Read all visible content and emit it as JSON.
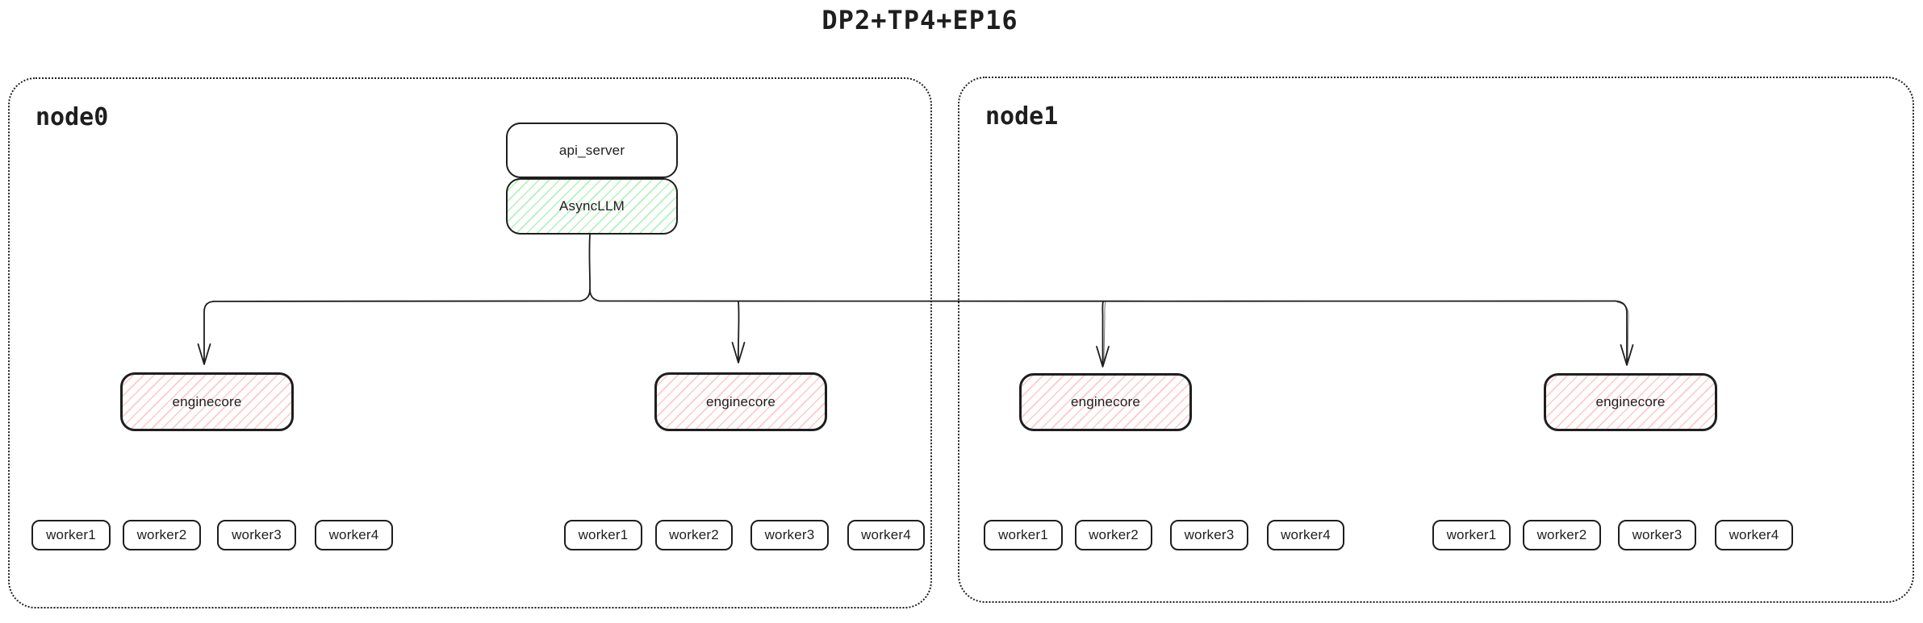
{
  "title": "DP2+TP4+EP16",
  "colors": {
    "stroke": "#1e1e1e",
    "green_fill": "#b2f2bb",
    "red_fill": "#ffc9c9",
    "background": "#ffffff"
  },
  "nodes": [
    {
      "label": "node0",
      "stack": {
        "api_server": "api_server",
        "async_llm": "AsyncLLM"
      },
      "enginecores": [
        {
          "label": "enginecore",
          "workers": [
            "worker1",
            "worker2",
            "worker3",
            "worker4"
          ]
        },
        {
          "label": "enginecore",
          "workers": [
            "worker1",
            "worker2",
            "worker3",
            "worker4"
          ]
        }
      ]
    },
    {
      "label": "node1",
      "enginecores": [
        {
          "label": "enginecore",
          "workers": [
            "worker1",
            "worker2",
            "worker3",
            "worker4"
          ]
        },
        {
          "label": "enginecore",
          "workers": [
            "worker1",
            "worker2",
            "worker3",
            "worker4"
          ]
        }
      ]
    }
  ]
}
